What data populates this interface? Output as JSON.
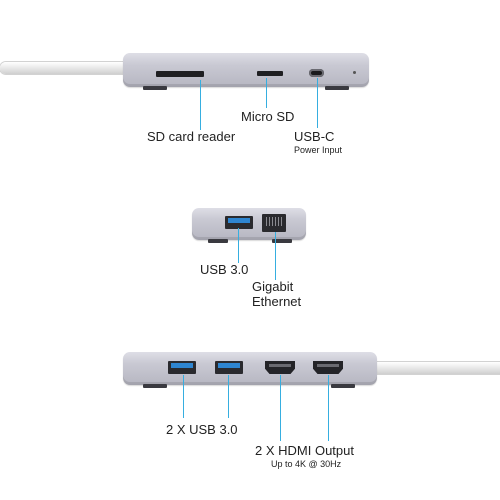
{
  "labels": {
    "sd_card_reader": "SD card reader",
    "micro_sd": "Micro SD",
    "usb_c": "USB-C",
    "power_input": "Power Input",
    "usb_30": "USB 3.0",
    "gigabit_line1": "Gigabit",
    "gigabit_line2": "Ethernet",
    "two_usb_30": "2 X USB 3.0",
    "two_hdmi": "2 X HDMI Output",
    "hdmi_spec": "Up to 4K @ 30Hz"
  },
  "colors": {
    "leader_line": "#36aee0",
    "usb3_blue": "#2e85d0",
    "hub_body": "#c4c4ce"
  }
}
